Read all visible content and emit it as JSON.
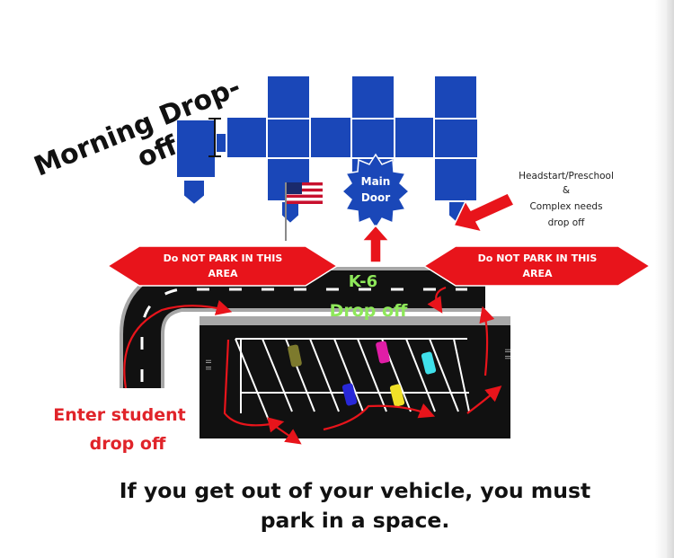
{
  "title": {
    "line1": "Morning Drop-",
    "line2": "off"
  },
  "main_door": {
    "line1": "Main",
    "line2": "Door"
  },
  "headstart": {
    "line1": "Headstart/Preschool",
    "line2": "&",
    "line3": "Complex needs",
    "line4": "drop off"
  },
  "no_park_left": {
    "line1": "Do NOT PARK IN THIS",
    "line2": "AREA"
  },
  "no_park_right": {
    "line1": "Do NOT PARK IN THIS",
    "line2": "AREA"
  },
  "k6": {
    "line1": "K-6",
    "line2": "Drop off"
  },
  "enter": {
    "line1": "Enter student",
    "line2": "drop off"
  },
  "notice": {
    "line1": "If you get out of your vehicle, you must",
    "line2": "park in a space."
  },
  "colors": {
    "building": "#1a47b8",
    "arrow": "#e8141b",
    "road": "#111111",
    "k6_text": "#8ee85a",
    "enter_text": "#e0242a"
  },
  "parked_cars": [
    "olive",
    "magenta",
    "cyan",
    "blue",
    "yellow"
  ]
}
